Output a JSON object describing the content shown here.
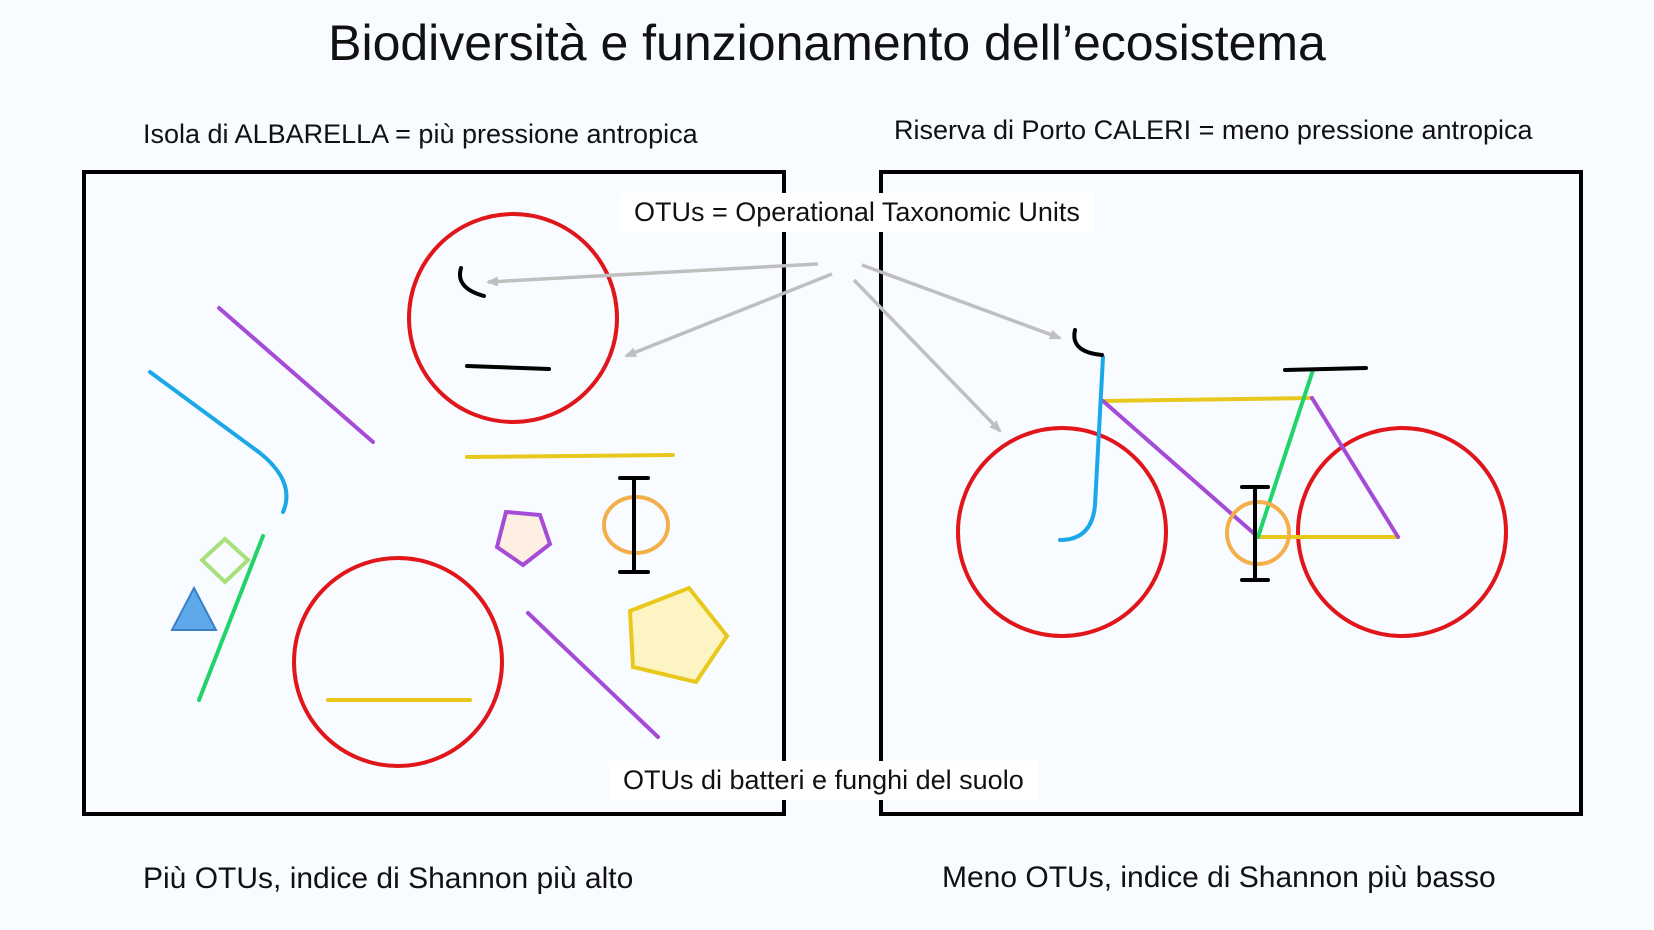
{
  "title": "Biodiversità e funzionamento dell’ecosistema",
  "left_site": "Isola di ALBARELLA = più pressione antropica",
  "right_site": "Riserva di Porto CALERI = meno pressione antropica",
  "otus_definition": "OTUs = Operational Taxonomic Units",
  "otus_source": "OTUs di batteri e funghi del suolo",
  "left_result": "Più OTUs, indice di Shannon più alto",
  "right_result": "Meno OTUs, indice di Shannon più basso",
  "colors": {
    "red": "#e0161a",
    "purple": "#a54cd6",
    "blue": "#1aa8e6",
    "green": "#22d36a",
    "yellow": "#e8c81c",
    "orange": "#f3b04a",
    "light_green": "#a8e07a",
    "triangle_blue": "#5ea9ea",
    "arrow_gray": "#bfbfbf"
  }
}
